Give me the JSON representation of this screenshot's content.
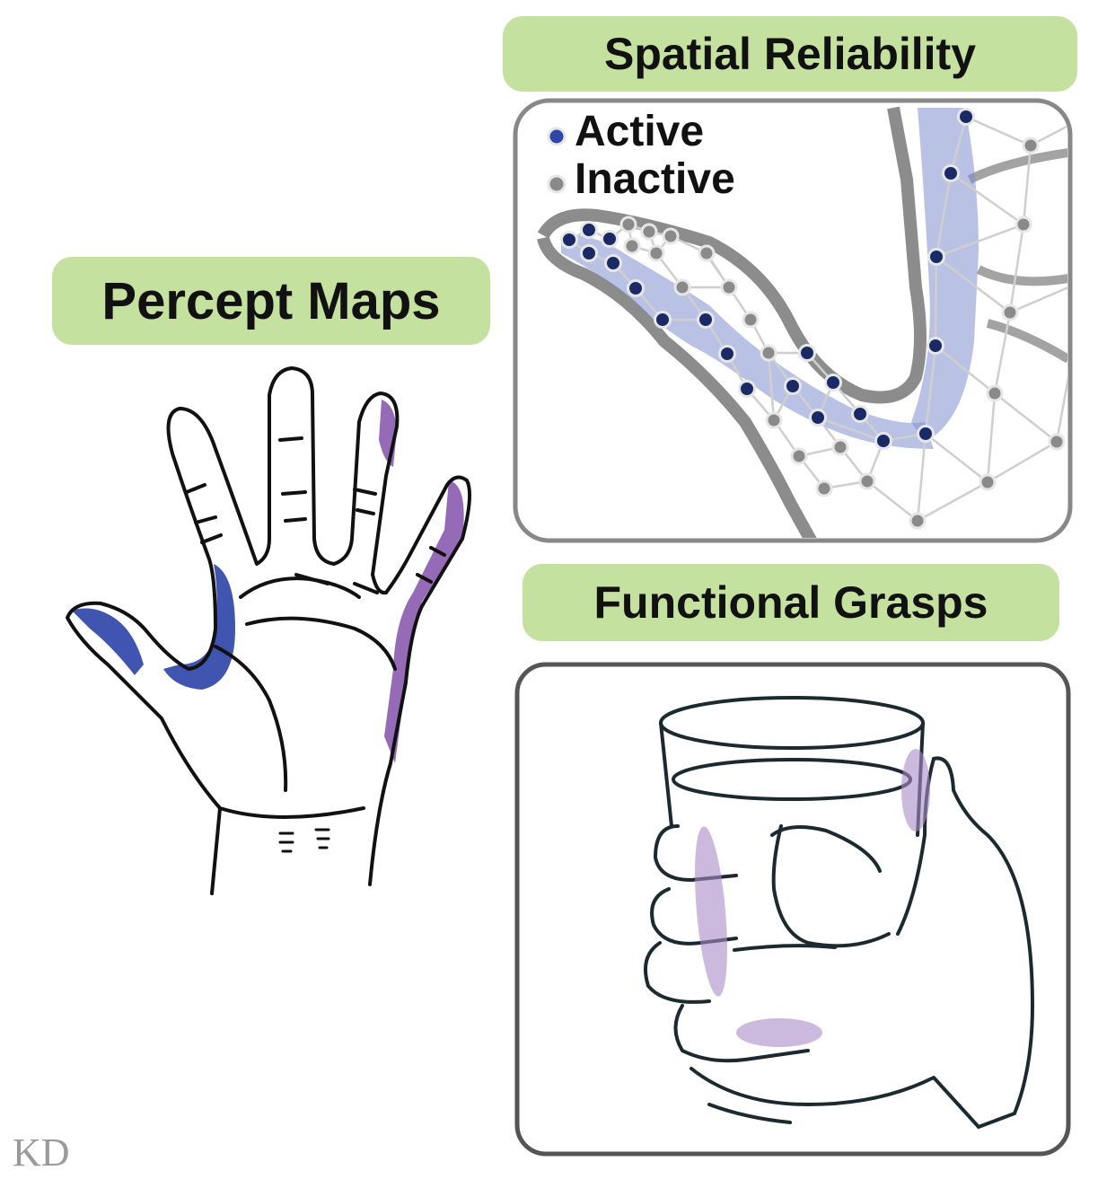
{
  "titles": {
    "percept_maps": "Percept Maps",
    "spatial_reliability": "Spatial Reliability",
    "functional_grasps": "Functional Grasps"
  },
  "legend": {
    "active": "Active",
    "inactive": "Inactive"
  },
  "colors": {
    "title_bg": "#c5e1a0",
    "active_dot": "#1a2a66",
    "inactive_dot": "#8a8a8a",
    "blue_region": "#2f47a8",
    "purple_region": "#8a5bb0",
    "panel_border": "#555555"
  },
  "watermark": "KD"
}
